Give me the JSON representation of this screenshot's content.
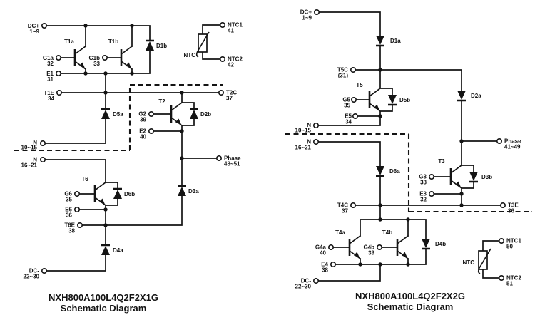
{
  "colors": {
    "ink": "#141414",
    "bg": "#ffffff"
  },
  "left": {
    "title_line1": "NXH800A100L4Q2F2X1G",
    "title_line2": "Schematic Diagram",
    "terminals": {
      "dc_plus": {
        "name": "DC+",
        "pin": "1~9"
      },
      "g1a": {
        "name": "G1a",
        "pin": "32"
      },
      "g1b": {
        "name": "G1b",
        "pin": "33"
      },
      "e1": {
        "name": "E1",
        "pin": "31"
      },
      "t1e": {
        "name": "T1E",
        "pin": "34"
      },
      "n_upper": {
        "name": "N",
        "pin": "10~15"
      },
      "n_lower": {
        "name": "N",
        "pin": "16~21"
      },
      "g6": {
        "name": "G6",
        "pin": "35"
      },
      "e6": {
        "name": "E6",
        "pin": "36"
      },
      "t6e": {
        "name": "T6E",
        "pin": "38"
      },
      "dc_minus": {
        "name": "DC-",
        "pin": "22~30"
      },
      "g2": {
        "name": "G2",
        "pin": "39"
      },
      "e2": {
        "name": "E2",
        "pin": "40"
      },
      "t2c": {
        "name": "T2C",
        "pin": "37"
      },
      "phase": {
        "name": "Phase",
        "pin": "43~51"
      },
      "ntc1": {
        "name": "NTC1",
        "pin": "41"
      },
      "ntc2": {
        "name": "NTC2",
        "pin": "42"
      }
    },
    "devices": {
      "t1a": "T1a",
      "t1b": "T1b",
      "d1b": "D1b",
      "d5a": "D5a",
      "t2": "T2",
      "d2b": "D2b",
      "d3a": "D3a",
      "t6": "T6",
      "d6b": "D6b",
      "d4a": "D4a",
      "ntc": "NTC"
    }
  },
  "right": {
    "title_line1": "NXH800A100L4Q2F2X2G",
    "title_line2": "Schematic Diagram",
    "terminals": {
      "dc_plus": {
        "name": "DC+",
        "pin": "1~9"
      },
      "t5c": {
        "name": "T5C",
        "pin": "(31)"
      },
      "g5": {
        "name": "G5",
        "pin": "35"
      },
      "e5": {
        "name": "E5",
        "pin": "34"
      },
      "n_upper": {
        "name": "N",
        "pin": "10~15"
      },
      "n_lower": {
        "name": "N",
        "pin": "16~21"
      },
      "t4c": {
        "name": "T4C",
        "pin": "37"
      },
      "g4a": {
        "name": "G4a",
        "pin": "40"
      },
      "g4b": {
        "name": "G4b",
        "pin": "39"
      },
      "e4": {
        "name": "E4",
        "pin": "38"
      },
      "dc_minus": {
        "name": "DC-",
        "pin": "22~30"
      },
      "phase": {
        "name": "Phase",
        "pin": "41~49"
      },
      "t3e": {
        "name": "T3E",
        "pin": "36"
      },
      "g3": {
        "name": "G3",
        "pin": "33"
      },
      "e3": {
        "name": "E3",
        "pin": "32"
      },
      "ntc1": {
        "name": "NTC1",
        "pin": "50"
      },
      "ntc2": {
        "name": "NTC2",
        "pin": "51"
      }
    },
    "devices": {
      "d1a": "D1a",
      "t5": "T5",
      "d5b": "D5b",
      "d2a": "D2a",
      "d6a": "D6a",
      "t3": "T3",
      "d3b": "D3b",
      "t4a": "T4a",
      "t4b": "T4b",
      "d4b": "D4b",
      "ntc": "NTC"
    }
  }
}
